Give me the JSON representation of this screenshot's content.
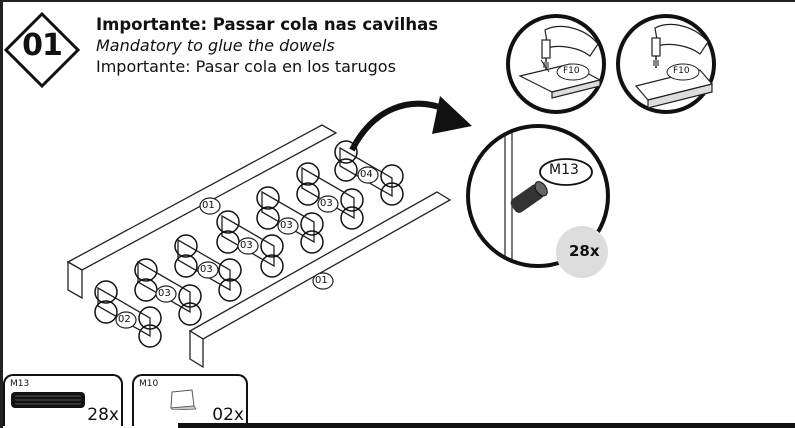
{
  "step": {
    "number": "01"
  },
  "instructions": {
    "portuguese": "Importante: Passar cola nas cavilhas",
    "english": "Mandatory to glue the dowels",
    "spanish": "Importante: Pasar cola en los tarugos"
  },
  "glue_detail": {
    "label_left": "F10",
    "label_right": "F10"
  },
  "zoom_detail": {
    "part_code": "M13",
    "quantity": "28x"
  },
  "assembly_labels": {
    "panel_back": "01",
    "panel_front": "01",
    "divider_end": "02",
    "divider_1": "03",
    "divider_2": "03",
    "divider_3": "03",
    "divider_4": "03",
    "divider_5": "03",
    "divider_end_right": "04"
  },
  "hardware": [
    {
      "code": "M13",
      "quantity": "28x"
    },
    {
      "code": "M10",
      "quantity": "02x"
    }
  ]
}
